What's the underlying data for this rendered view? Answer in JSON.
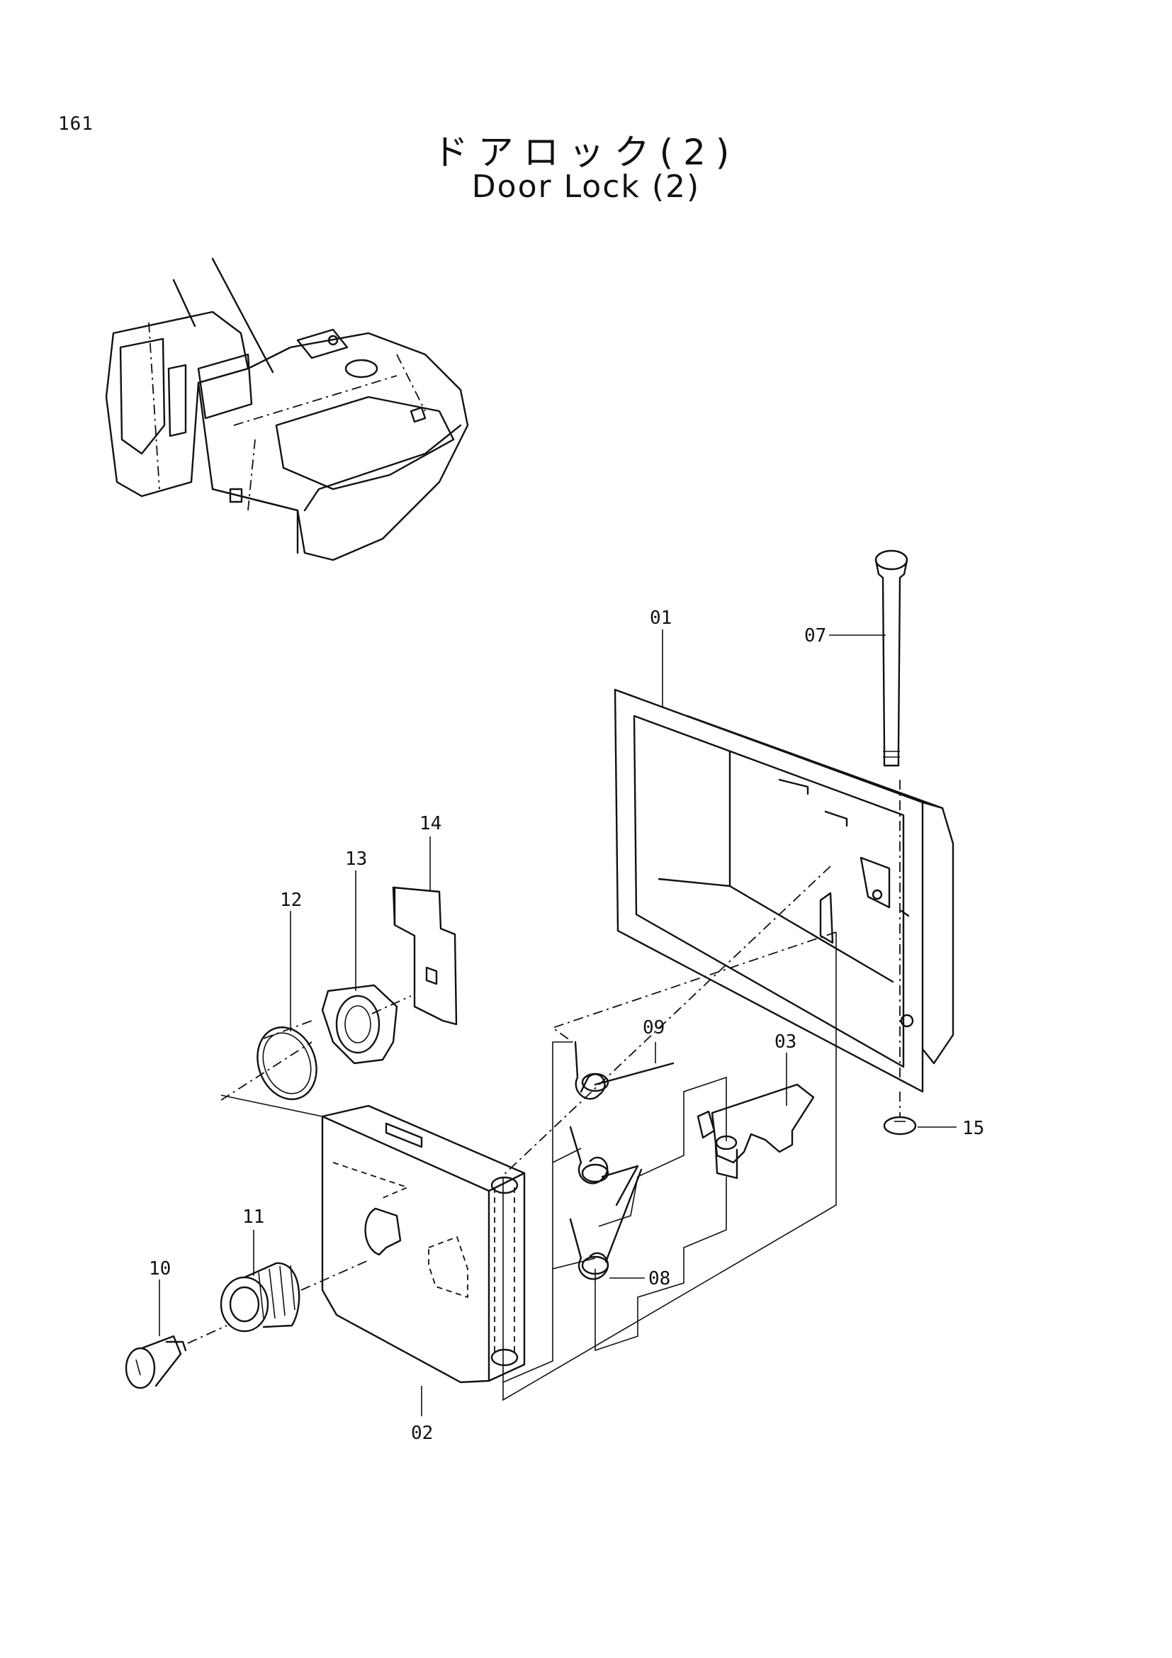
{
  "page": {
    "number": "161",
    "title_ja": "ドアロック(2)",
    "title_en": "Door Lock (2)"
  },
  "callouts": [
    {
      "id": "01",
      "label": "01"
    },
    {
      "id": "02",
      "label": "02"
    },
    {
      "id": "03",
      "label": "03"
    },
    {
      "id": "07",
      "label": "07"
    },
    {
      "id": "08",
      "label": "08"
    },
    {
      "id": "09",
      "label": "09"
    },
    {
      "id": "10",
      "label": "10"
    },
    {
      "id": "11",
      "label": "11"
    },
    {
      "id": "12",
      "label": "12"
    },
    {
      "id": "13",
      "label": "13"
    },
    {
      "id": "14",
      "label": "14"
    },
    {
      "id": "15",
      "label": "15"
    }
  ]
}
